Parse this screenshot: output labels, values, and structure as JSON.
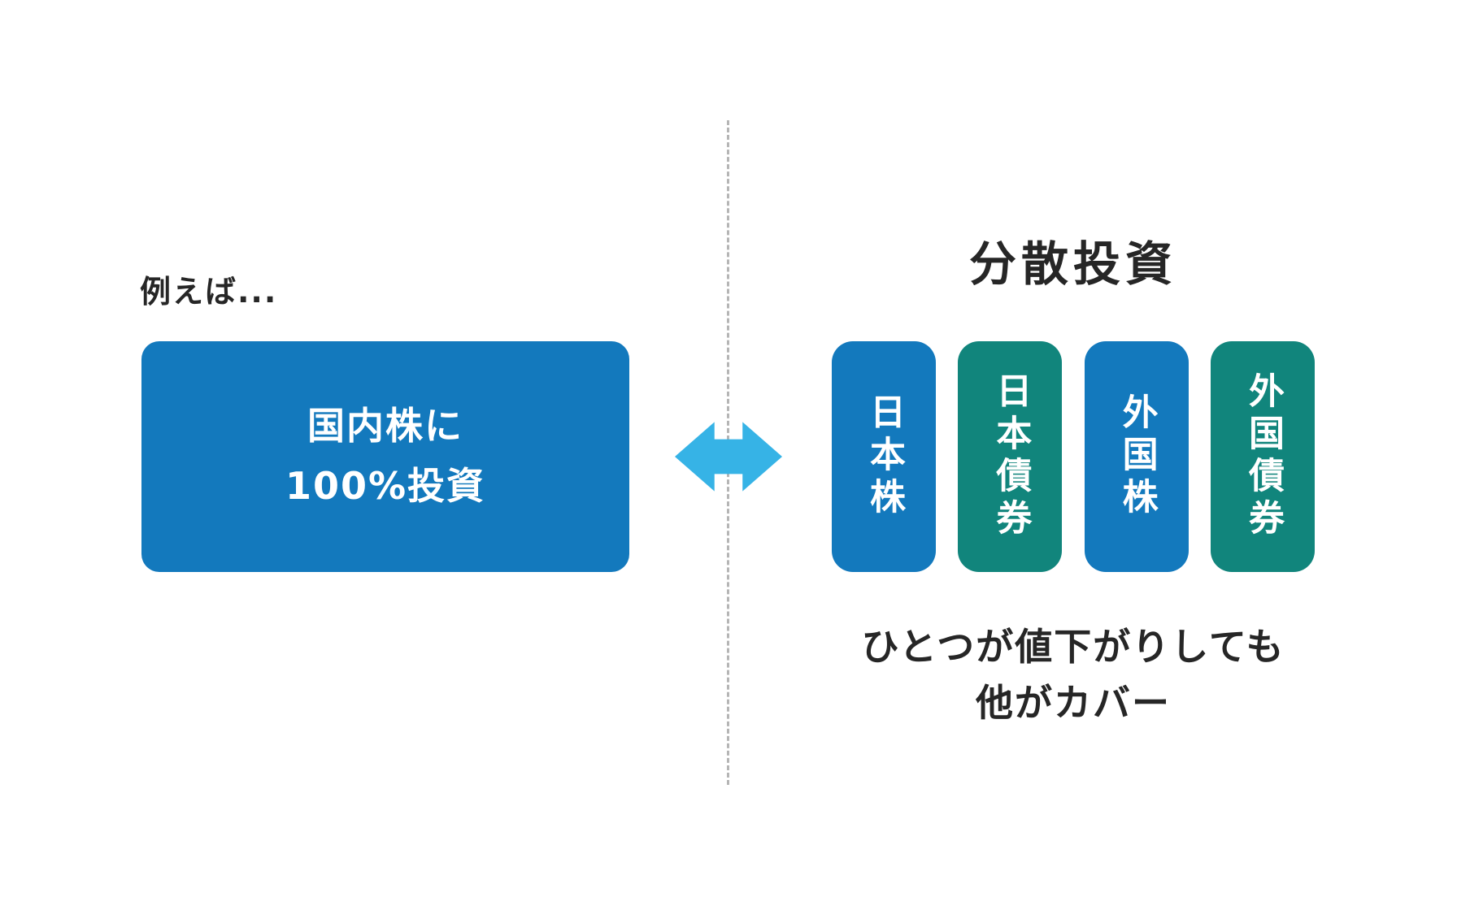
{
  "colors": {
    "blue": "#1379bd",
    "teal": "#11857c",
    "arrow": "#36b3e6",
    "text": "#262626",
    "dash": "#b5b5b5"
  },
  "left": {
    "label": "例えば...",
    "box": {
      "line1": "国内株に",
      "line2": "100%投資"
    }
  },
  "right": {
    "title": "分散投資",
    "pills": [
      {
        "label": "日本株",
        "color": "#1379bd"
      },
      {
        "label": "日本債券",
        "color": "#11857c"
      },
      {
        "label": "外国株",
        "color": "#1379bd"
      },
      {
        "label": "外国債券",
        "color": "#11857c"
      }
    ],
    "caption": {
      "line1": "ひとつが値下がりしても",
      "line2": "他がカバー"
    }
  }
}
